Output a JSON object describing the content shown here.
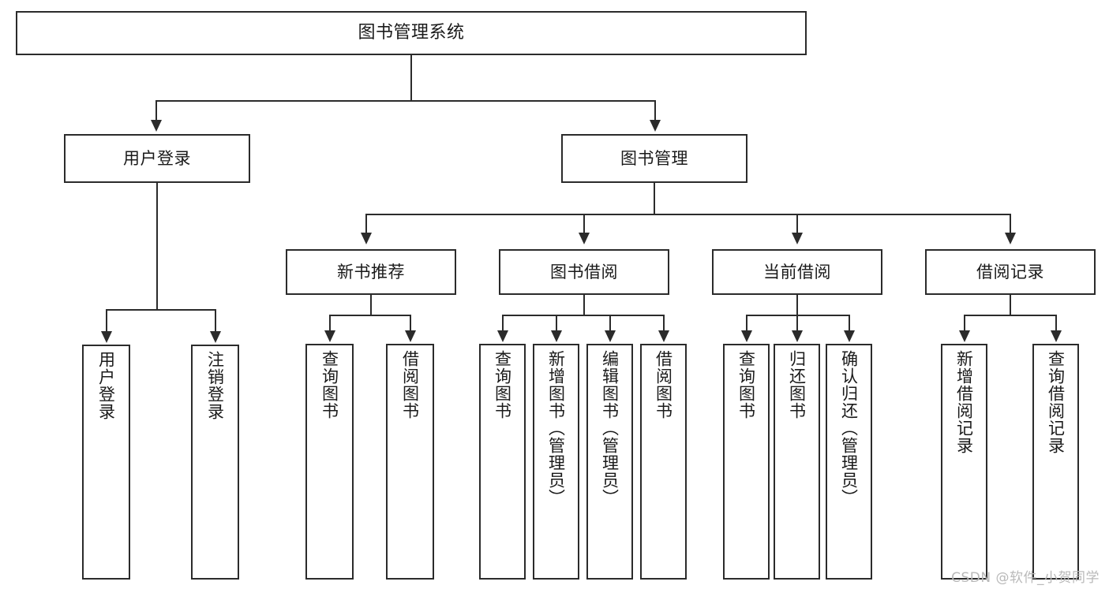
{
  "diagram": {
    "title": "图书管理系统",
    "type": "tree",
    "colors": {
      "stroke": "#2b2b2b",
      "fill": "#ffffff",
      "text": "#1a1a1a",
      "watermark": "#b9b9b9"
    },
    "nodes": {
      "root": {
        "label": "图书管理系统"
      },
      "level2": [
        {
          "label": "用户登录"
        },
        {
          "label": "图书管理"
        }
      ],
      "level3": [
        {
          "label": "新书推荐"
        },
        {
          "label": "图书借阅"
        },
        {
          "label": "当前借阅"
        },
        {
          "label": "借阅记录"
        }
      ],
      "leaves": {
        "user_login": [
          {
            "label": "用户登录"
          },
          {
            "label": "注销登录"
          }
        ],
        "new_book": [
          {
            "label": "查询图书"
          },
          {
            "label": "借阅图书"
          }
        ],
        "book_borrow": [
          {
            "label": "查询图书"
          },
          {
            "label": "新增图书（管理员）"
          },
          {
            "label": "编辑图书（管理员）"
          },
          {
            "label": "借阅图书"
          }
        ],
        "current_borrow": [
          {
            "label": "查询图书"
          },
          {
            "label": "归还图书"
          },
          {
            "label": "确认归还（管理员）"
          }
        ],
        "borrow_record": [
          {
            "label": "新增借阅记录"
          },
          {
            "label": "查询借阅记录"
          }
        ]
      }
    },
    "watermark": "CSDN @软件_小贺同学"
  }
}
